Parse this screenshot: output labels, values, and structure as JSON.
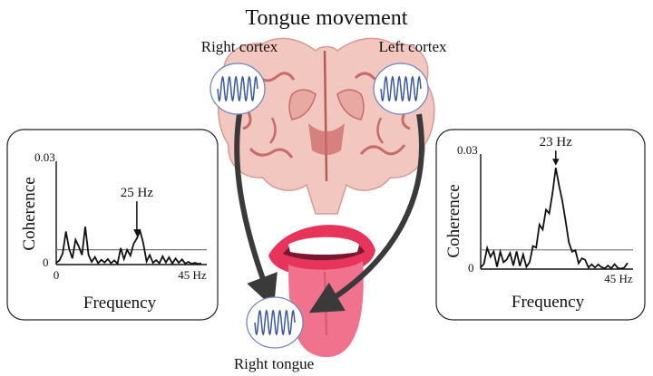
{
  "title": "Tongue movement",
  "labels": {
    "right_cortex": "Right cortex",
    "left_cortex": "Left cortex",
    "right_tongue": "Right tongue"
  },
  "colors": {
    "oscillation_line": "#3a57a8",
    "oscillation_border": "#6f86c2",
    "arrow": "#3a3a3a",
    "brain_pink": "#f2c7c0",
    "brain_fold": "#c96a6a",
    "lips": "#e7345a",
    "tongue": "#f0728d"
  },
  "chart_data": [
    {
      "type": "line",
      "panel": "left",
      "ylabel": "Coherence",
      "xlabel": "Frequency",
      "x_ticks": [
        "0",
        "45 Hz"
      ],
      "y_ticks": [
        "0",
        "0.03"
      ],
      "xlim": [
        0,
        45
      ],
      "ylim": [
        0,
        0.03
      ],
      "threshold": 0.0043,
      "annotation": {
        "text": "25 Hz",
        "x": 25
      },
      "x": [
        0,
        1,
        2,
        3,
        4,
        5,
        6,
        7,
        8,
        9,
        10,
        11,
        12,
        13,
        14,
        15,
        16,
        17,
        18,
        19,
        20,
        21,
        22,
        23,
        24,
        25,
        26,
        27,
        28,
        29,
        30,
        31,
        32,
        33,
        34,
        35,
        36,
        37,
        38,
        39,
        40,
        41,
        42,
        43,
        44,
        45
      ],
      "values": [
        0.0005,
        0.0012,
        0.0032,
        0.0096,
        0.0046,
        0.0018,
        0.0072,
        0.0052,
        0.0028,
        0.011,
        0.0028,
        0.0008,
        0.0022,
        0.0004,
        0.0014,
        0.0006,
        0.0016,
        0.0004,
        0.0012,
        0.0003,
        0.0048,
        0.0016,
        0.0043,
        0.0026,
        0.006,
        0.0076,
        0.0098,
        0.0062,
        0.0009,
        0.0028,
        0.0005,
        0.0013,
        0.0004,
        0.0024,
        0.0006,
        0.0021,
        0.0003,
        0.0018,
        0.0005,
        0.0015,
        0.0003,
        0.0008,
        0.0002,
        0.0005,
        0.0002,
        0.0003
      ]
    },
    {
      "type": "line",
      "panel": "right",
      "ylabel": "Coherence",
      "xlabel": "Frequency",
      "x_ticks": [
        "45 Hz"
      ],
      "y_ticks": [
        "0",
        "0.03"
      ],
      "xlim": [
        0,
        45
      ],
      "ylim": [
        0,
        0.03
      ],
      "threshold": 0.005,
      "annotation": {
        "text": "23 Hz",
        "x": 23
      },
      "x": [
        0,
        1,
        2,
        3,
        4,
        5,
        6,
        7,
        8,
        9,
        10,
        11,
        12,
        13,
        14,
        15,
        16,
        17,
        18,
        19,
        20,
        21,
        22,
        23,
        24,
        25,
        26,
        27,
        28,
        29,
        30,
        31,
        32,
        33,
        34,
        35,
        36,
        37,
        38,
        39,
        40,
        41,
        42,
        43,
        44,
        45
      ],
      "values": [
        0.0004,
        0.0014,
        0.0055,
        0.0032,
        0.0046,
        0.0006,
        0.0045,
        0.0018,
        0.0025,
        0.0042,
        0.0009,
        0.0046,
        0.0008,
        0.0038,
        0.0006,
        0.0018,
        0.006,
        0.0056,
        0.0116,
        0.0103,
        0.0155,
        0.0145,
        0.0198,
        0.0264,
        0.0218,
        0.0178,
        0.0126,
        0.007,
        0.0045,
        0.0049,
        0.0015,
        0.0028,
        0.0024,
        0.0004,
        0.0012,
        0.0004,
        0.0012,
        0.0005,
        0.0002,
        0.0009,
        0.0002,
        0.0013,
        0.0003,
        0.0001,
        0.0004,
        0.0016
      ]
    }
  ]
}
